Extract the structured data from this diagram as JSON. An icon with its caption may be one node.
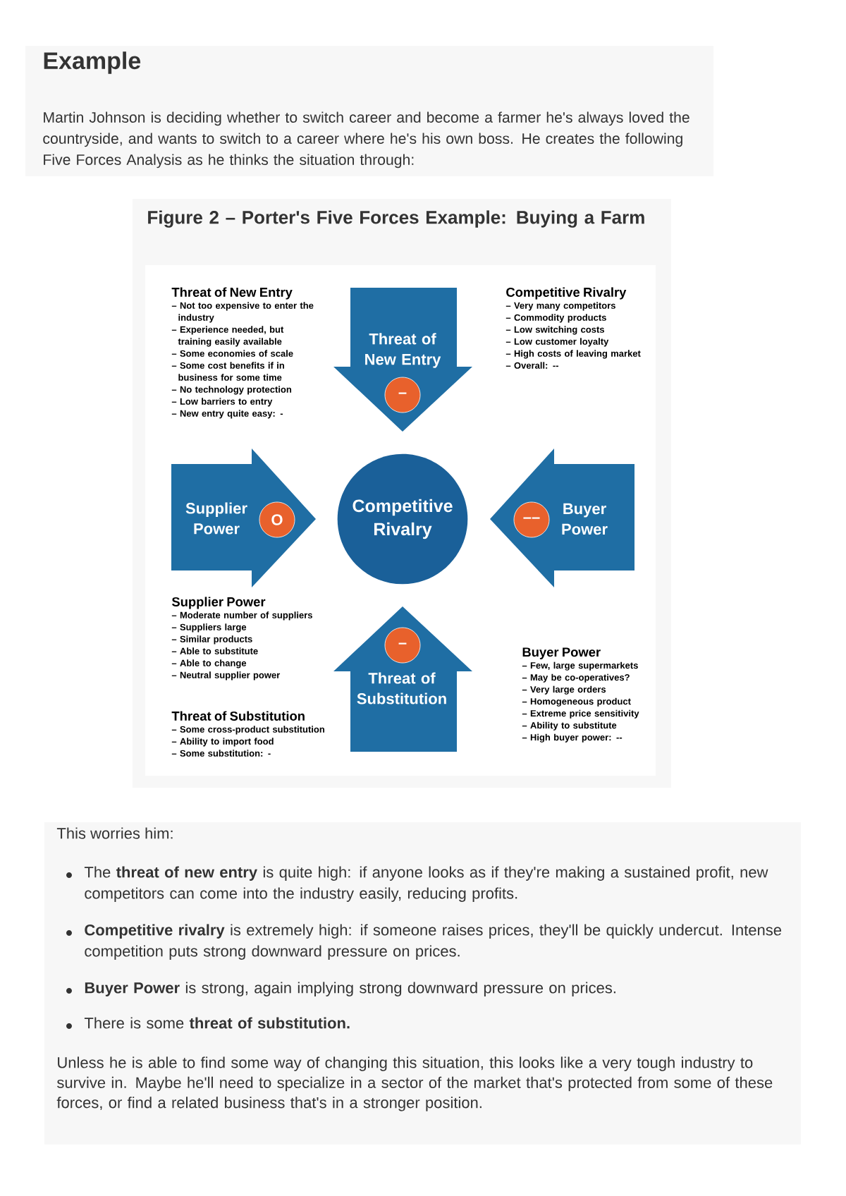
{
  "diagram": {
    "title": "Example",
    "caption": "Figure 2 – Porter's Five Forces Example: Buying a Farm",
    "nodes": [
      {
        "text": [
          "Threat of New Entry"
        ]
      },
      {
        "text": [
          "–"
        ],
        "in": 0
      },
      {
        "text": [
          "Supplier Power"
        ]
      },
      {
        "text": [
          "O"
        ],
        "in": 2
      },
      {
        "text": [
          "Competitive Rivalry"
        ]
      },
      {
        "text": [
          "Buyer Power"
        ]
      },
      {
        "text": [
          "––"
        ],
        "in": 5
      },
      {
        "text": [
          "Threat of Substitution"
        ]
      },
      {
        "text": [
          "–"
        ],
        "in": 7
      }
    ],
    "labels": [
      "Martin Johnson is deciding whether to switch career and become a farmer he's always loved the countryside, and wants to switch to a career where he's his own boss. He creates the following Five Forces Analysis as he thinks the situation through:",
      "Threat of New Entry",
      "– Not too expensive to enter the industry",
      "– Experience needed, but training easily available",
      "– Some economies of scale",
      "– Some cost benefits if in business for some time",
      "– No technology protection",
      "– Low barriers to entry",
      "– New entry quite easy: -",
      "Competitive Rivalry",
      "– Very many competitors",
      "– Commodity products",
      "– Low switching costs",
      "– Low customer loyalty",
      "– High costs of leaving market",
      "– Overall: --",
      "Supplier Power",
      "– Moderate number of suppliers",
      "– Suppliers large",
      "– Similar products",
      "– Able to substitute",
      "– Able to change",
      "– Neutral supplier power",
      "Threat of Substitution",
      "– Some cross-product substitution",
      "– Ability to import food",
      "– Some substitution: -",
      "Buyer Power",
      "– Few, large supermarkets",
      "– May be co-operatives?",
      "– Very large orders",
      "– Homogeneous product",
      "– Extreme price sensitivity",
      "– Ability to substitute",
      "– High buyer power: --",
      "This worries him:",
      "The **threat of new entry** is quite high: if anyone looks as if they're making a sustained profit, new competitors can come into the industry easily, reducing profits.",
      "**Competitive rivalry** is extremely high: if someone raises prices, they'll be quickly undercut. Intense competition puts strong downward pressure on prices.",
      "**Buyer Power** is strong, again implying strong downward pressure on prices.",
      "There is some **threat of substitution.**",
      "Unless he is able to find some way of changing this situation, this looks like a very tough industry to survive in. Maybe he'll need to specialize in a sector of the market that's protected from some of these forces, or find a related business that's in a stronger position."
    ]
  }
}
